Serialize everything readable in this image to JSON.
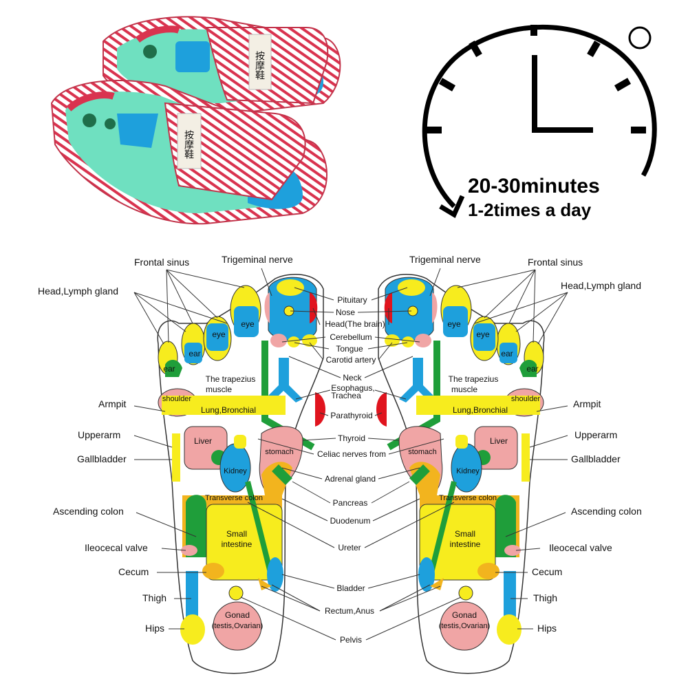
{
  "timer": {
    "duration": "20-30minutes",
    "frequency": "1-2times a day",
    "icon": "clock-icon"
  },
  "slippers": {
    "label_char": "按摩鞋",
    "icon": "massage-slipper-icon"
  },
  "colors": {
    "yellow": "#f7ec1e",
    "blue": "#1ea0dc",
    "green": "#1f9e3a",
    "pink": "#f0a5a5",
    "red": "#e0141e",
    "orange": "#f2b41e",
    "outline": "#333333"
  },
  "left_labels": {
    "frontal_sinus": "Frontal sinus",
    "trigeminal_nerve": "Trigeminal nerve",
    "head_lymph": "Head,Lymph gland",
    "armpit": "Armpit",
    "upperarm": "Upperarm",
    "gallbladder": "Gallbladder",
    "ascending_colon": "Ascending colon",
    "ileocecal_valve": "Ileocecal valve",
    "cecum": "Cecum",
    "thigh": "Thigh",
    "hips": "Hips"
  },
  "right_labels": {
    "frontal_sinus": "Frontal sinus",
    "trigeminal_nerve": "Trigeminal nerve",
    "head_lymph": "Head,Lymph gland",
    "armpit": "Armpit",
    "upperarm": "Upperarm",
    "gallbladder": "Gallbladder",
    "ascending_colon": "Ascending colon",
    "ileocecal_valve": "Ileocecal valve",
    "cecum": "Cecum",
    "thigh": "Thigh",
    "hips": "Hips"
  },
  "center_labels": {
    "pituitary": "Pituitary",
    "nose": "Nose",
    "head_brain": "Head(The brain)",
    "cerebellum": "Cerebellum",
    "tongue": "Tongue",
    "carotid": "Carotid artery",
    "neck": "Neck",
    "esophagus": "Esophagus,",
    "trachea": "Trachea",
    "parathyroid": "Parathyroid",
    "thyroid": "Thyroid",
    "celiac": "Celiac nerves from",
    "adrenal": "Adrenal gland",
    "pancreas": "Pancreas",
    "duodenum": "Duodenum",
    "ureter": "Ureter",
    "bladder": "Bladder",
    "rectum": "Rectum,Anus",
    "pelvis": "Pelvis"
  },
  "inner_labels": {
    "eye": "eye",
    "ear": "ear",
    "trapezius_1": "The trapezius",
    "trapezius_2": "muscle",
    "shoulder": "shoulder",
    "lung": "Lung,Bronchial",
    "liver": "Liver",
    "stomach": "stomach",
    "kidney": "Kidney",
    "transverse_colon": "Transverse colon",
    "small_intestine_1": "Small",
    "small_intestine_2": "intestine",
    "gonad_1": "Gonad",
    "gonad_2": "(testis,Ovarian)"
  }
}
